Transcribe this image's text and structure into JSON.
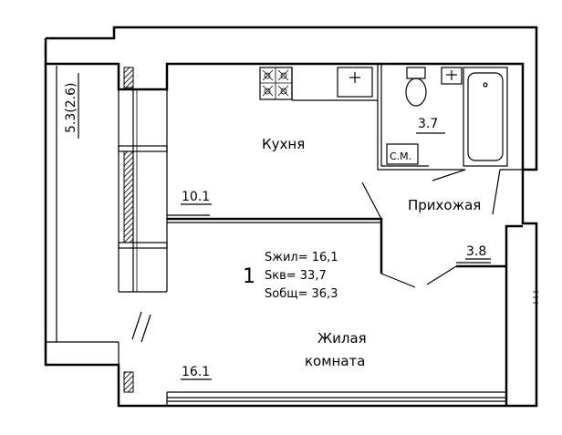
{
  "plan": {
    "apartment_number": "1",
    "stats": {
      "living": "Sжил=  16,1",
      "apartment": "Sкв=  33,7",
      "total": "Sобщ=  36,3"
    },
    "rooms": {
      "kitchen": {
        "name": "Кухня",
        "area": "10.1"
      },
      "bathroom": {
        "area": "3.7",
        "fixture_label": "С.М."
      },
      "hallway": {
        "name": "Прихожая",
        "area": "3.8"
      },
      "living_room": {
        "name_line1": "Жилая",
        "name_line2": "комната",
        "area": "16.1"
      }
    },
    "balcony": {
      "area": "5.3(2.6)"
    }
  }
}
